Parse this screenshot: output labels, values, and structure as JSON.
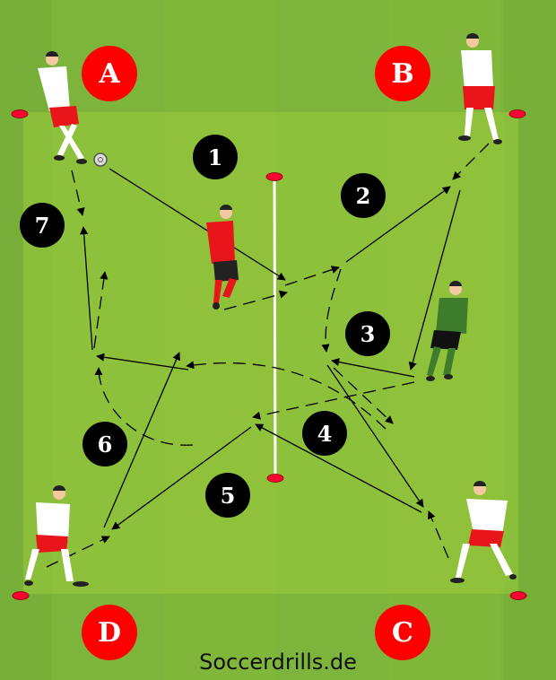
{
  "stations": [
    {
      "id": "A"
    },
    {
      "id": "B"
    },
    {
      "id": "C"
    },
    {
      "id": "D"
    }
  ],
  "steps": [
    "1",
    "2",
    "3",
    "4",
    "5",
    "6",
    "7"
  ],
  "brand": "Soccerdrills.de",
  "colors": {
    "outer_grass": "#7db43b",
    "inner_grass": "#8fc23b",
    "stripe": "#86ba39",
    "cone": "#ff0033",
    "label_red": "#ff0000",
    "step_black": "#000000",
    "red_player": "#e8161b",
    "green_player": "#3d7d2b"
  }
}
